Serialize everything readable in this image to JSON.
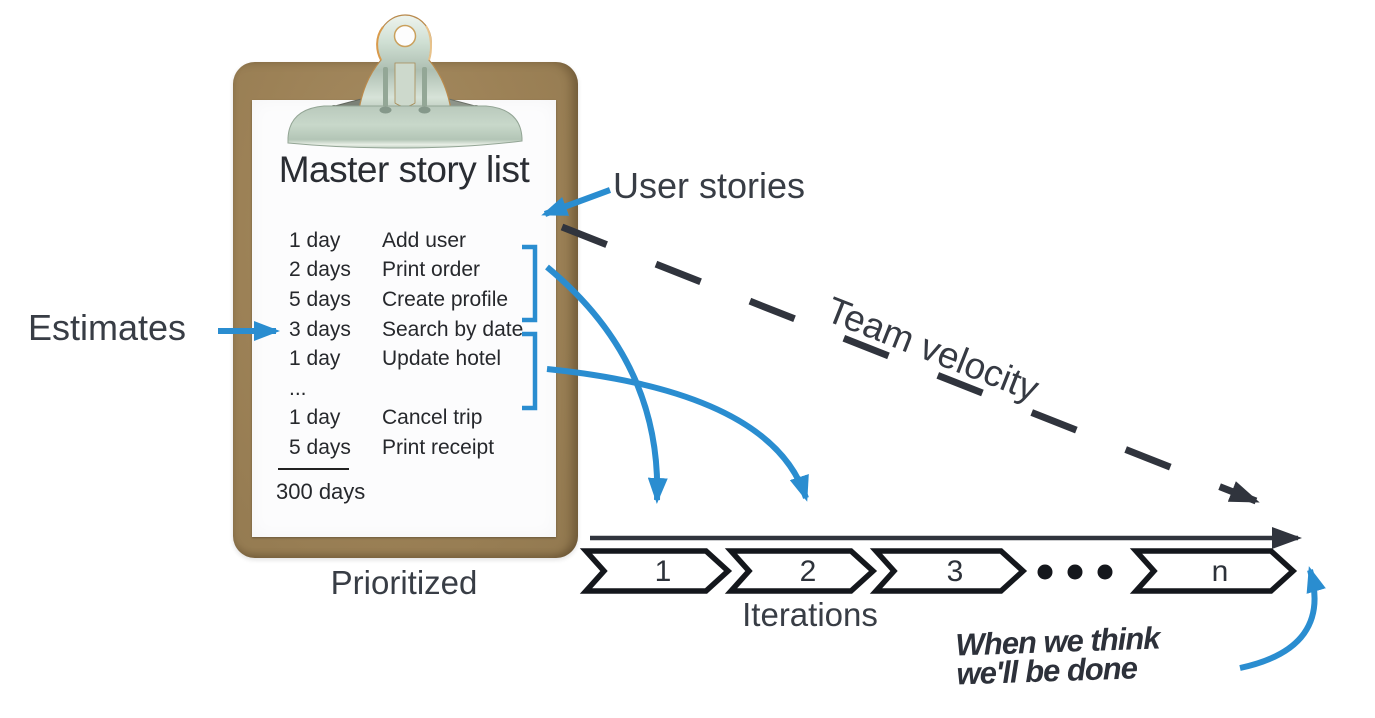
{
  "clipboard": {
    "title": "Master story list",
    "rows": [
      {
        "estimate": "1 day",
        "story": "Add user"
      },
      {
        "estimate": "2 days",
        "story": "Print order"
      },
      {
        "estimate": "5 days",
        "story": "Create profile"
      },
      {
        "estimate": "3 days",
        "story": "Search by date"
      },
      {
        "estimate": "1 day",
        "story": "Update hotel"
      },
      {
        "estimate": "...",
        "story": ""
      },
      {
        "estimate": "1 day",
        "story": "Cancel trip"
      },
      {
        "estimate": "5 days",
        "story": "Print receipt"
      }
    ],
    "total_label": "300 days",
    "caption": "Prioritized"
  },
  "annotations": {
    "user_stories": "User stories",
    "estimates": "Estimates",
    "team_velocity": "Team velocity",
    "done_note_line1": "When we think",
    "done_note_line2": "we'll be done"
  },
  "timeline": {
    "label": "Iterations",
    "iterations": [
      "1",
      "2",
      "3",
      "n"
    ]
  },
  "colors": {
    "accent_blue": "#2a8dd0",
    "ink_dark": "#30343d",
    "board_brown": "#9c8156",
    "paper_white": "#fcfcfd"
  }
}
